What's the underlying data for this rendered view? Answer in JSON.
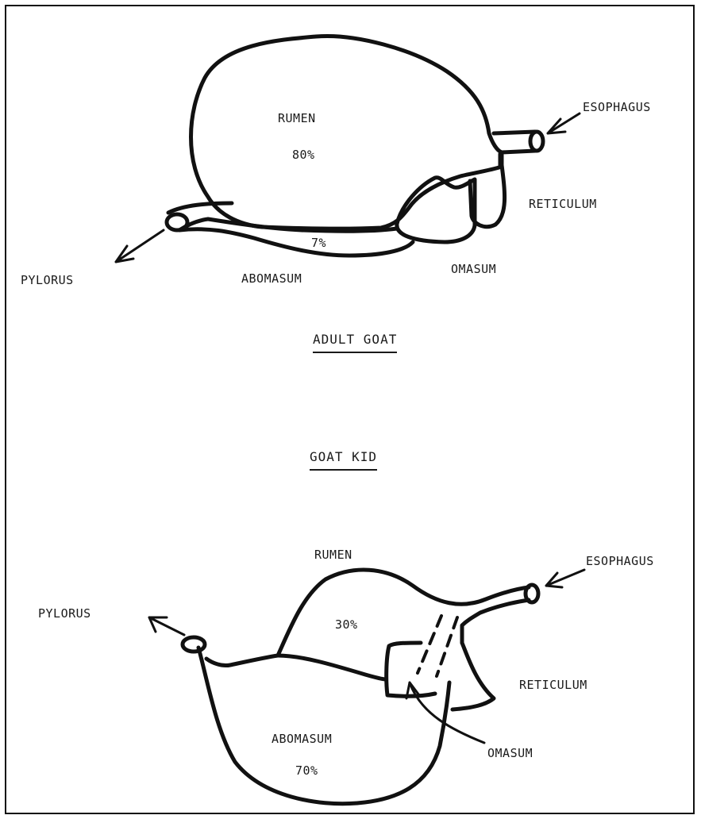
{
  "adult": {
    "title": "ADULT GOAT",
    "rumen_label": "RUMEN",
    "rumen_pct": "80%",
    "abomasum_pct": "7%",
    "esophagus": "ESOPHAGUS",
    "reticulum": "RETICULUM",
    "omasum": "OMASUM",
    "abomasum": "ABOMASUM",
    "pylorus": "PYLORUS"
  },
  "kid": {
    "title": "GOAT KID",
    "rumen_label": "RUMEN",
    "rumen_pct": "30%",
    "esophagus": "ESOPHAGUS",
    "pylorus": "PYLORUS",
    "reticulum": "RETICULUM",
    "abomasum": "ABOMASUM",
    "abomasum_pct": "70%",
    "omasum": "OMASUM"
  },
  "colors": {
    "ink": "#111111",
    "paper": "#ffffff"
  }
}
